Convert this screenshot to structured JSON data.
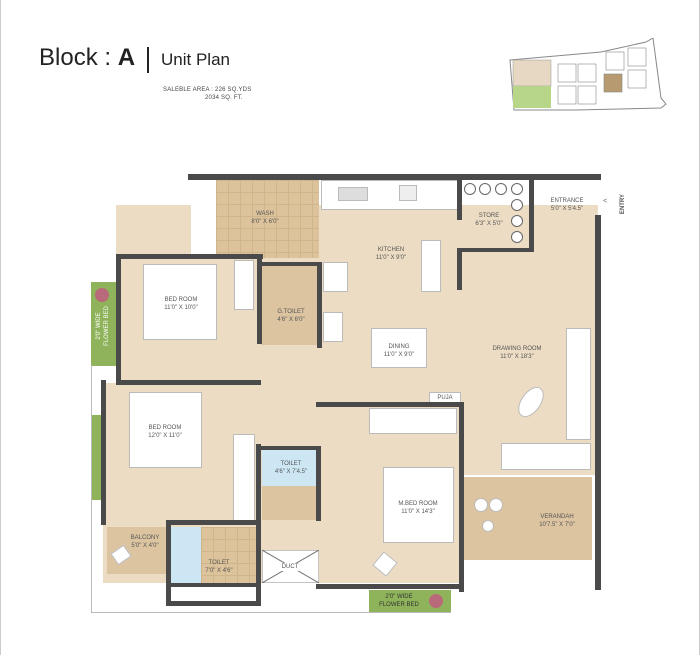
{
  "header": {
    "block_label": "Block : ",
    "block_name": "A",
    "plan_title": "Unit Plan",
    "saleable_area_label": "SALEBLE AREA :",
    "area_sq_yds": "226",
    "unit_sq_yds": "SQ.YDS",
    "area_sq_ft": "2034",
    "unit_sq_ft": "SQ. FT."
  },
  "rooms": {
    "wash": {
      "name": "WASH",
      "size": "8'0\" X 6'0\""
    },
    "kitchen": {
      "name": "KITCHEN",
      "size": "11'0\" X 9'0\""
    },
    "store": {
      "name": "STORE",
      "size": "6'3\" X 5'0\""
    },
    "entrance": {
      "name": "ENTRANCE",
      "size": "5'0\" X 5'4.5\""
    },
    "entry": "ENTRY",
    "bedroom1": {
      "name": "BED ROOM",
      "size": "11'0\" X 10'0\""
    },
    "g_toilet": {
      "name": "G.TOILET",
      "size": "4'6\" X 6'0\""
    },
    "dining": {
      "name": "DINING",
      "size": "11'0\" X 9'0\""
    },
    "drawing": {
      "name": "DRAWING ROOM",
      "size": "11'0\" X 18'3\""
    },
    "flower_bed_left": {
      "name": "2'0\" WIDE",
      "size": "FLOWER BED"
    },
    "puja": "PUJA",
    "bedroom2": {
      "name": "BED ROOM",
      "size": "12'0\" X 11'0\""
    },
    "toilet1": {
      "name": "TOILET",
      "size": "4'6\" X 7'4.5\""
    },
    "m_bedroom": {
      "name": "M.BED ROOM",
      "size": "11'0\" X 14'3\""
    },
    "verandah": {
      "name": "VERANDAH",
      "size": "10'7.5\" X 7'0\""
    },
    "balcony": {
      "name": "BALCONY",
      "size": "5'0\" X 4'0\""
    },
    "toilet2": {
      "name": "TOILET",
      "size": "7'0\" X 4'6\""
    },
    "duct": "DUCT",
    "flower_bed_bottom": {
      "name": "2'0\" WIDE",
      "size": "FLOWER BED"
    }
  },
  "colors": {
    "wall": "#4a4a4a",
    "floor": "#ecdcc3",
    "tile": "#dcc39b",
    "toilet_blue": "#cde6f4",
    "planter_green": "#8fb35a"
  }
}
